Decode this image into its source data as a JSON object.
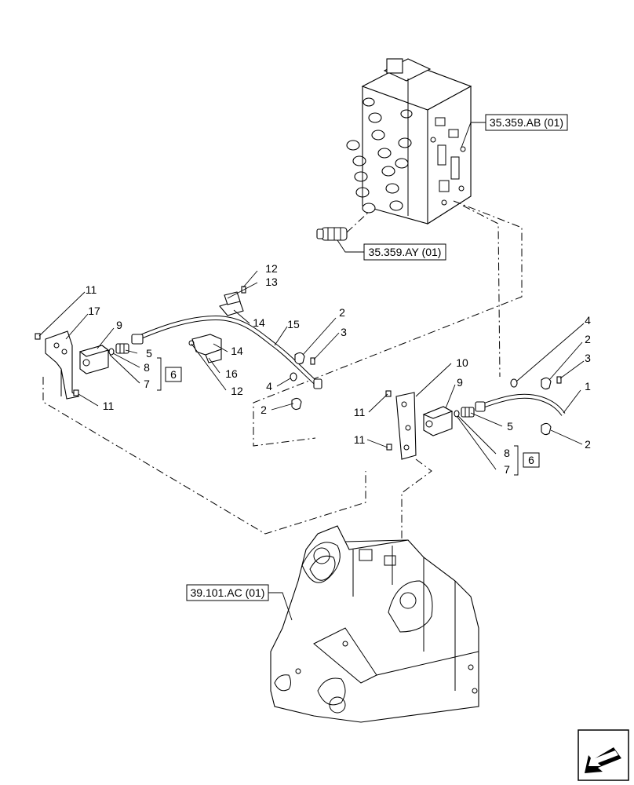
{
  "references": {
    "valve_block": "35.359.AB (01)",
    "valve_cartridge": "35.359.AY (01)",
    "frame": "39.101.AC (01)"
  },
  "callouts": {
    "c1": "1",
    "c2a": "2",
    "c2b": "2",
    "c2c": "2",
    "c2d": "2",
    "c3a": "3",
    "c3b": "3",
    "c4a": "4",
    "c4b": "4",
    "c5a": "5",
    "c5b": "5",
    "c6a": "6",
    "c6b": "6",
    "c7a": "7",
    "c7b": "7",
    "c8a": "8",
    "c8b": "8",
    "c9a": "9",
    "c9b": "9",
    "c10": "10",
    "c11a": "11",
    "c11b": "11",
    "c11c": "11",
    "c11d": "11",
    "c12a": "12",
    "c12b": "12",
    "c13": "13",
    "c14a": "14",
    "c14b": "14",
    "c15": "15",
    "c16": "16",
    "c17": "17"
  },
  "icons": {
    "nav": "arrow-navigation-icon"
  }
}
